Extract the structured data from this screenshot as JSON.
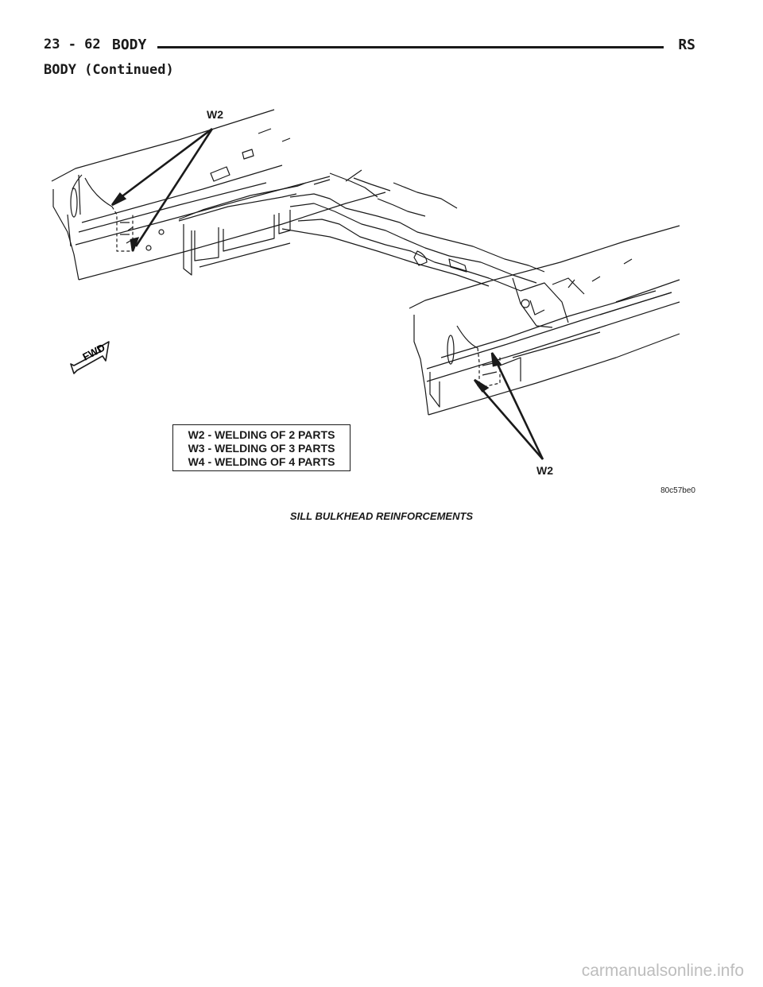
{
  "header": {
    "page_number": "23 - 62",
    "section": "BODY",
    "model_code": "RS"
  },
  "continued_heading": "BODY (Continued)",
  "figure": {
    "callout_top": "W2",
    "callout_bottom": "W2",
    "fwd_label": "FWD",
    "legend": [
      "W2 - WELDING OF 2 PARTS",
      "W3 - WELDING OF 3 PARTS",
      "W4 - WELDING OF 4 PARTS"
    ],
    "figure_id": "80c57be0",
    "caption": "SILL BULKHEAD REINFORCEMENTS"
  },
  "watermark": "carmanualsonline.info",
  "colors": {
    "ink": "#1a1a1a",
    "watermark": "#bdbdbd"
  }
}
